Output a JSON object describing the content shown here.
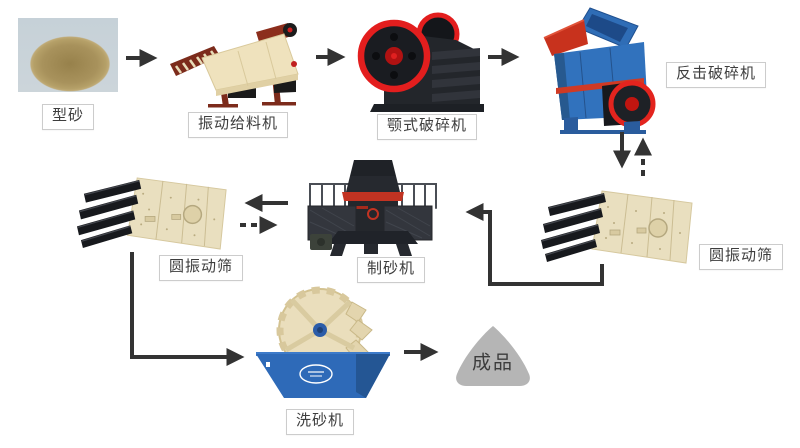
{
  "diagram": {
    "type": "process-flow",
    "subject": "sand production line flowchart",
    "nodes": [
      {
        "id": "raw-sand",
        "label": "型砂"
      },
      {
        "id": "vibrating-feeder",
        "label": "振动给料机"
      },
      {
        "id": "jaw-crusher",
        "label": "颚式破碎机"
      },
      {
        "id": "impact-crusher",
        "label": "反击破碎机"
      },
      {
        "id": "circular-vibrating-screen-right",
        "label": "圆振动筛"
      },
      {
        "id": "sand-making-machine",
        "label": "制砂机"
      },
      {
        "id": "circular-vibrating-screen-left",
        "label": "圆振动筛"
      },
      {
        "id": "sand-washer",
        "label": "洗砂机"
      },
      {
        "id": "finished-product",
        "label": "成品"
      }
    ],
    "edges": [
      {
        "from": "raw-sand",
        "to": "vibrating-feeder",
        "style": "solid"
      },
      {
        "from": "vibrating-feeder",
        "to": "jaw-crusher",
        "style": "solid"
      },
      {
        "from": "jaw-crusher",
        "to": "impact-crusher",
        "style": "solid"
      },
      {
        "from": "impact-crusher",
        "to": "circular-vibrating-screen-right",
        "style": "solid"
      },
      {
        "from": "circular-vibrating-screen-right",
        "to": "impact-crusher",
        "style": "dashed"
      },
      {
        "from": "circular-vibrating-screen-right",
        "to": "sand-making-machine",
        "style": "solid"
      },
      {
        "from": "sand-making-machine",
        "to": "circular-vibrating-screen-left",
        "style": "solid"
      },
      {
        "from": "circular-vibrating-screen-left",
        "to": "sand-making-machine",
        "style": "dashed"
      },
      {
        "from": "circular-vibrating-screen-left",
        "to": "sand-washer",
        "style": "solid"
      },
      {
        "from": "sand-washer",
        "to": "finished-product",
        "style": "solid"
      }
    ],
    "colors": {
      "background": "#ffffff",
      "arrow": "#333333",
      "label_border": "#cccccc",
      "label_text": "#3d3d3d",
      "feeder_cream": "#efe2bd",
      "feeder_red": "#7c2b1b",
      "crusher_black": "#23262b",
      "flywheel_red": "#e31e1e",
      "impact_blue": "#3172bd",
      "screen_cream": "#e9dfbf",
      "screen_deck_black": "#17191d",
      "sand_maker_dark": "#2c2f35",
      "sand_maker_red": "#c23322",
      "washer_blue": "#2e6ab8",
      "washer_wheel_cream": "#eadebc",
      "product_gray": "#b5b5b5",
      "sand_tan": "#a8925c"
    }
  }
}
